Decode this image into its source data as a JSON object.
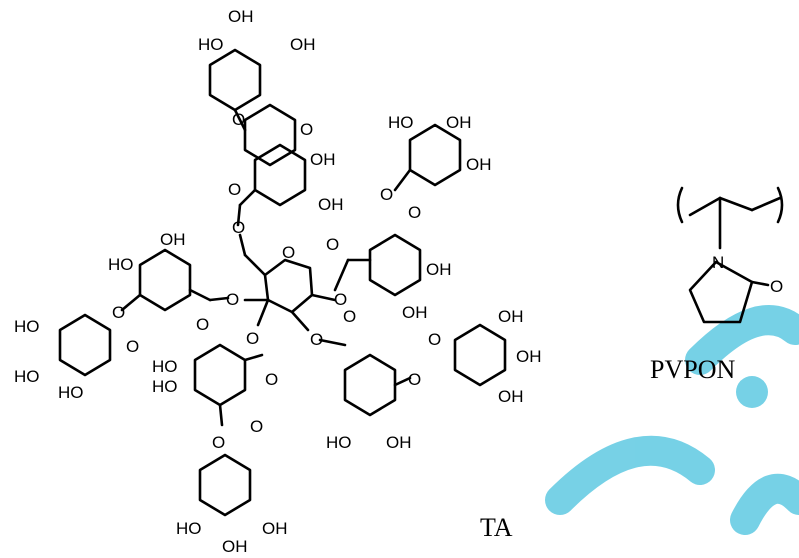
{
  "labels": {
    "ta": "TA",
    "pvpon": "PVPON"
  },
  "atoms": {
    "oh": "OH",
    "ho": "HO",
    "o": "O",
    "n": "N"
  },
  "colors": {
    "ink": "#000000",
    "watermark": "#2bb7d6"
  }
}
